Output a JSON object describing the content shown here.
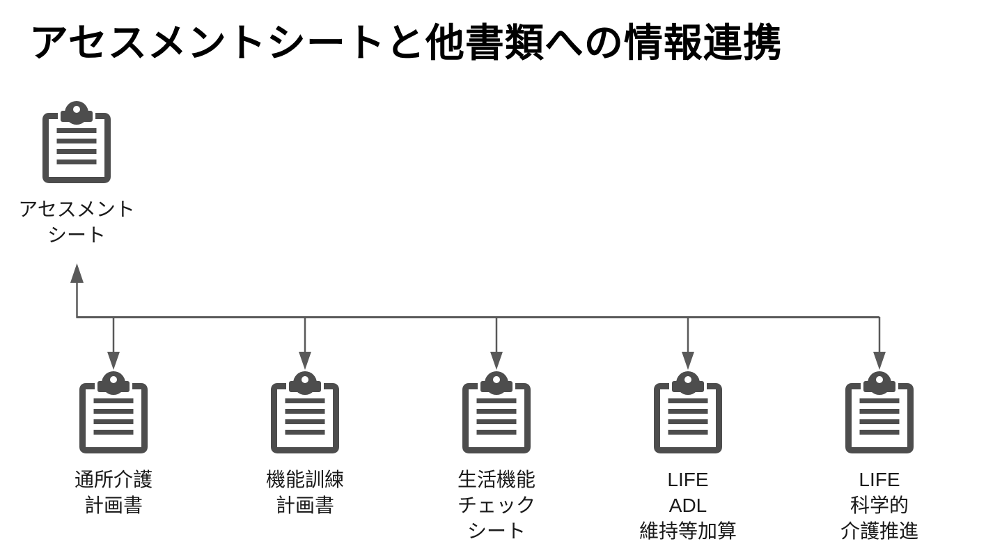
{
  "title": "アセスメントシートと他書類への情報連携",
  "colors": {
    "icon": "#4d4d4d",
    "line": "#595959",
    "text": "#1a1a1a",
    "background": "#ffffff"
  },
  "source": {
    "icon": "clipboard-icon",
    "lines": [
      "アセスメント",
      "シート"
    ]
  },
  "targets": [
    {
      "icon": "clipboard-icon",
      "lines": [
        "通所介護",
        "計画書"
      ]
    },
    {
      "icon": "clipboard-icon",
      "lines": [
        "機能訓練",
        "計画書"
      ]
    },
    {
      "icon": "clipboard-icon",
      "lines": [
        "生活機能",
        "チェック",
        "シート"
      ]
    },
    {
      "icon": "clipboard-icon",
      "lines": [
        "LIFE",
        "ADL",
        "維持等加算"
      ]
    },
    {
      "icon": "clipboard-icon",
      "lines": [
        "LIFE",
        "科学的",
        "介護推進"
      ]
    }
  ]
}
